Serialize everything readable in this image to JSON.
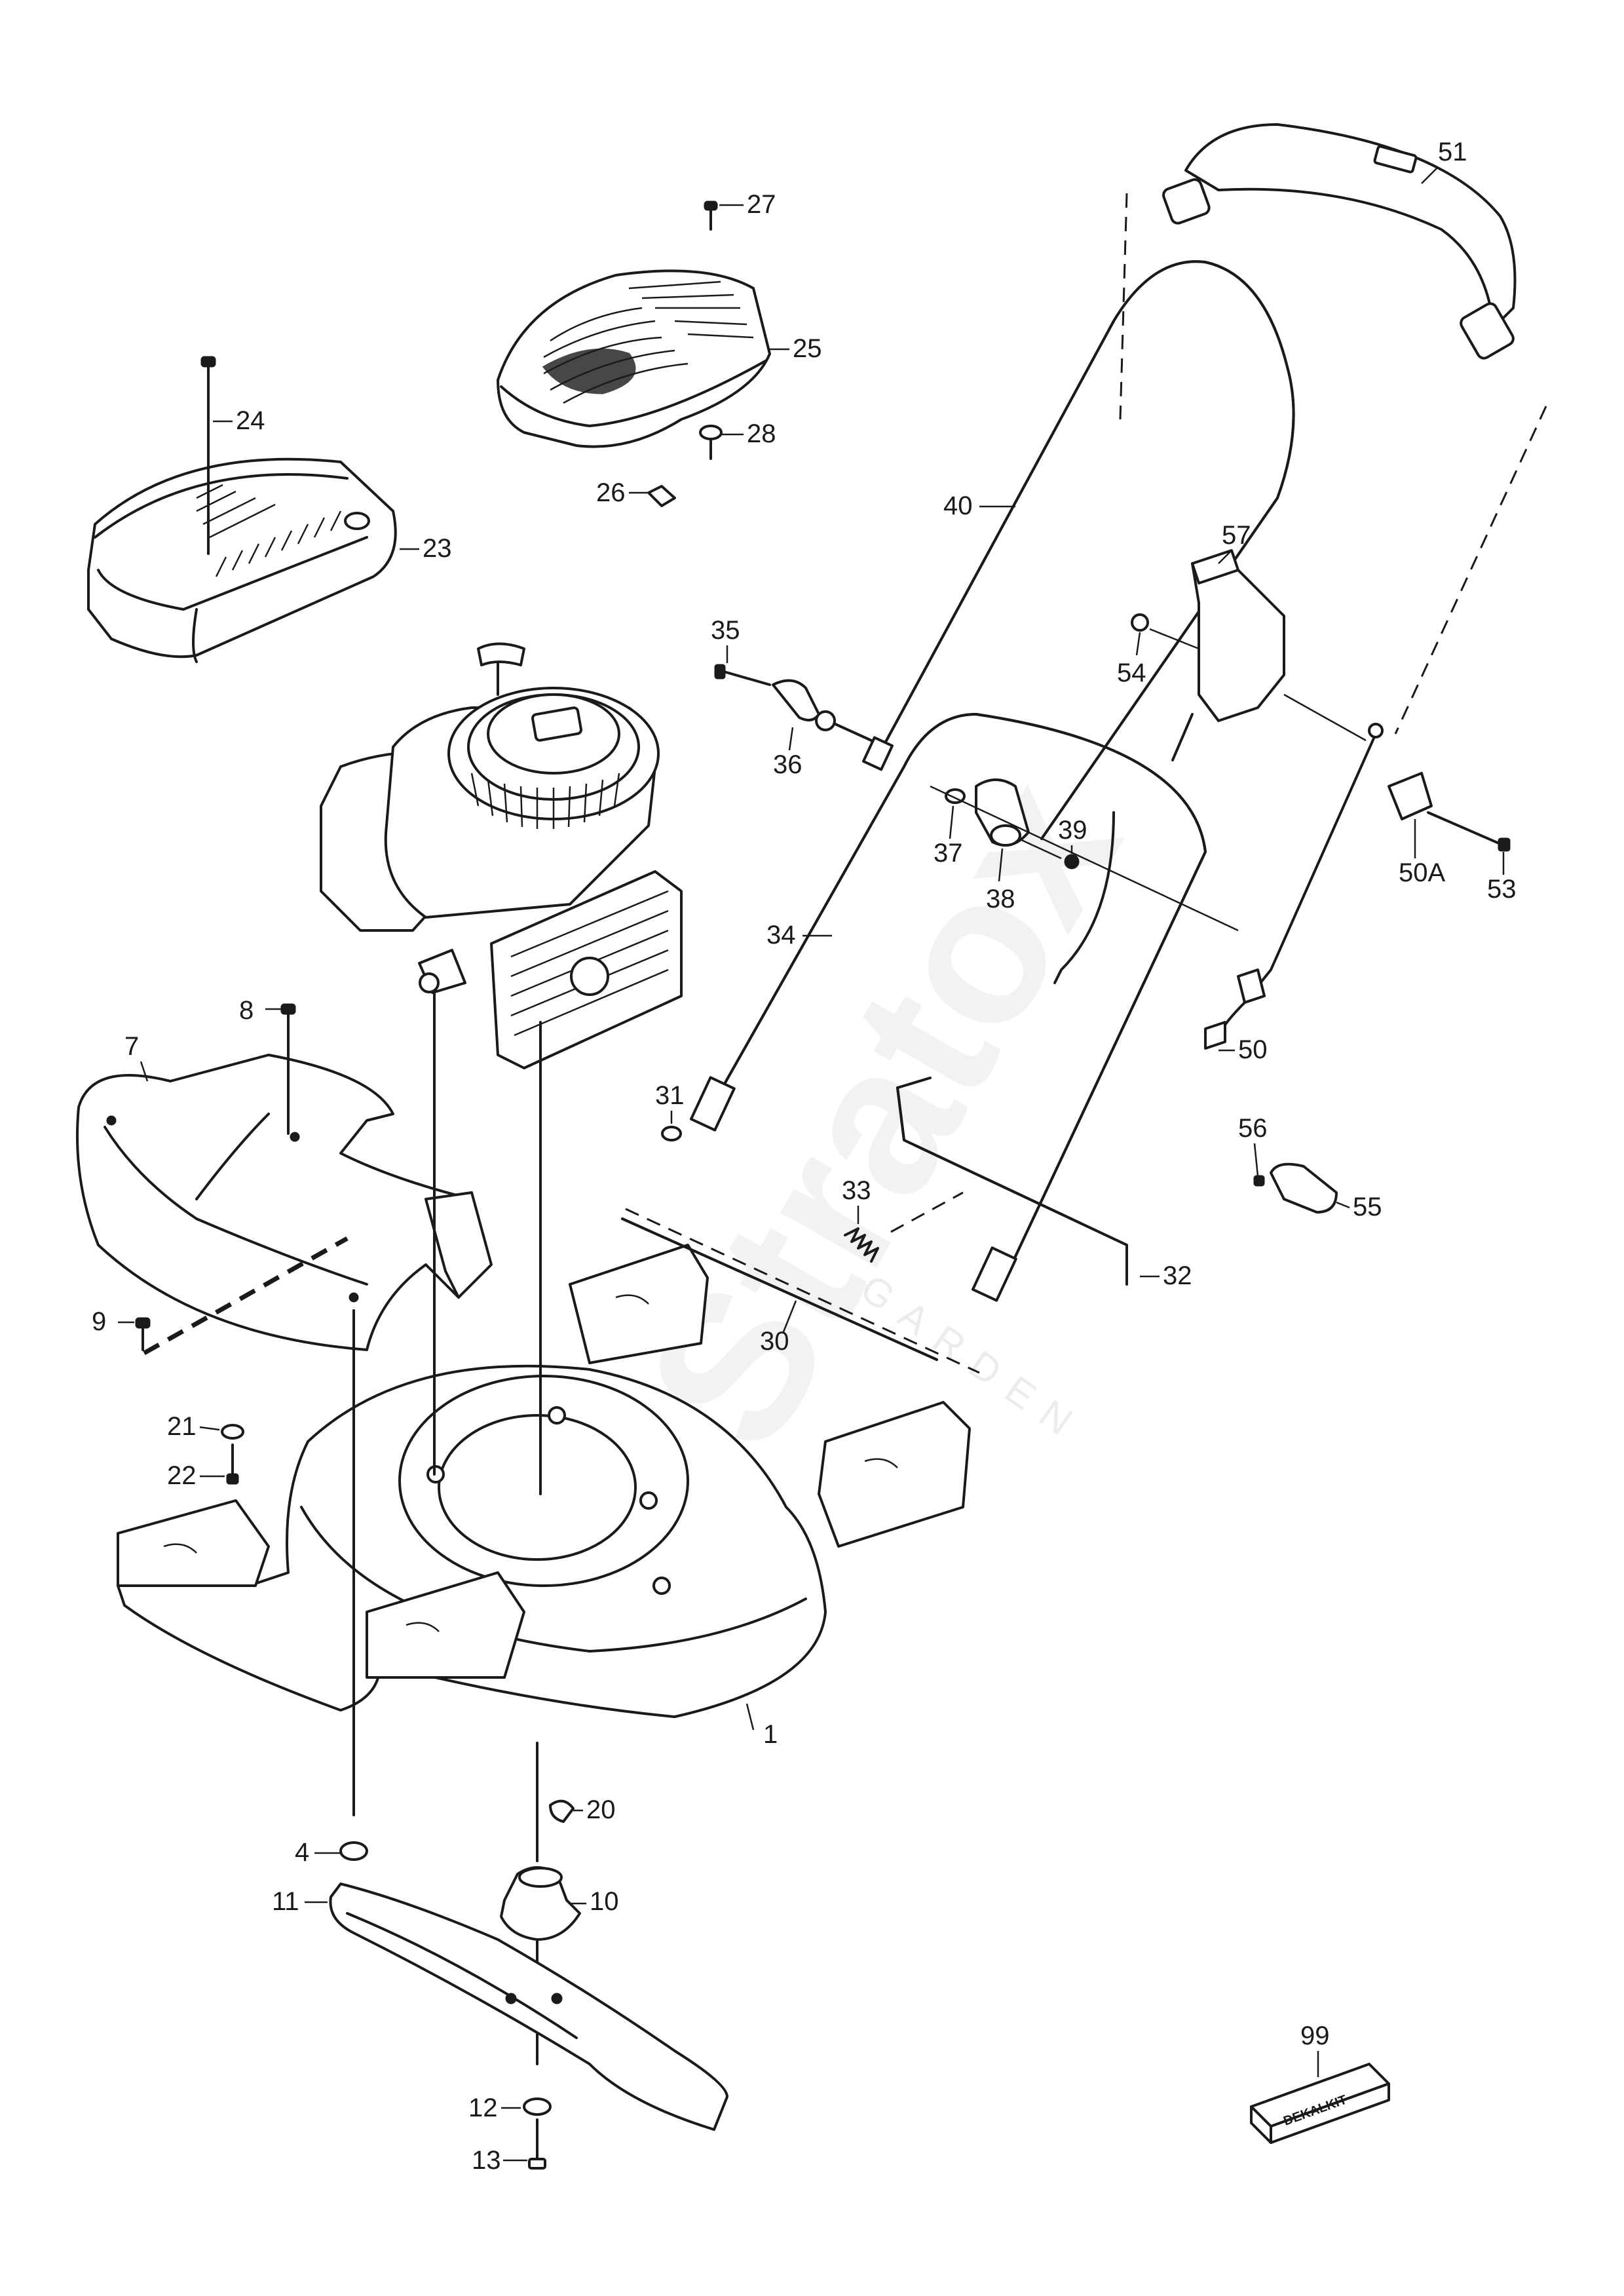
{
  "diagram": {
    "watermark": "Stratox",
    "watermark_sub": "GARDEN",
    "kit_label": "DEKALKIT",
    "callouts": [
      {
        "id": "p1",
        "label": "1"
      },
      {
        "id": "p4",
        "label": "4"
      },
      {
        "id": "p7",
        "label": "7"
      },
      {
        "id": "p8",
        "label": "8"
      },
      {
        "id": "p9",
        "label": "9"
      },
      {
        "id": "p10",
        "label": "10"
      },
      {
        "id": "p11",
        "label": "11"
      },
      {
        "id": "p12",
        "label": "12"
      },
      {
        "id": "p13",
        "label": "13"
      },
      {
        "id": "p20",
        "label": "20"
      },
      {
        "id": "p21",
        "label": "21"
      },
      {
        "id": "p22",
        "label": "22"
      },
      {
        "id": "p23",
        "label": "23"
      },
      {
        "id": "p24",
        "label": "24"
      },
      {
        "id": "p25",
        "label": "25"
      },
      {
        "id": "p26",
        "label": "26"
      },
      {
        "id": "p27",
        "label": "27"
      },
      {
        "id": "p28",
        "label": "28"
      },
      {
        "id": "p30",
        "label": "30"
      },
      {
        "id": "p31",
        "label": "31"
      },
      {
        "id": "p32",
        "label": "32"
      },
      {
        "id": "p33",
        "label": "33"
      },
      {
        "id": "p34",
        "label": "34"
      },
      {
        "id": "p35",
        "label": "35"
      },
      {
        "id": "p36",
        "label": "36"
      },
      {
        "id": "p37",
        "label": "37"
      },
      {
        "id": "p38",
        "label": "38"
      },
      {
        "id": "p39",
        "label": "39"
      },
      {
        "id": "p40",
        "label": "40"
      },
      {
        "id": "p50",
        "label": "50"
      },
      {
        "id": "p50A",
        "label": "50A"
      },
      {
        "id": "p51",
        "label": "51"
      },
      {
        "id": "p53",
        "label": "53"
      },
      {
        "id": "p54",
        "label": "54"
      },
      {
        "id": "p55",
        "label": "55"
      },
      {
        "id": "p56",
        "label": "56"
      },
      {
        "id": "p57",
        "label": "57"
      },
      {
        "id": "p99",
        "label": "99"
      }
    ]
  }
}
